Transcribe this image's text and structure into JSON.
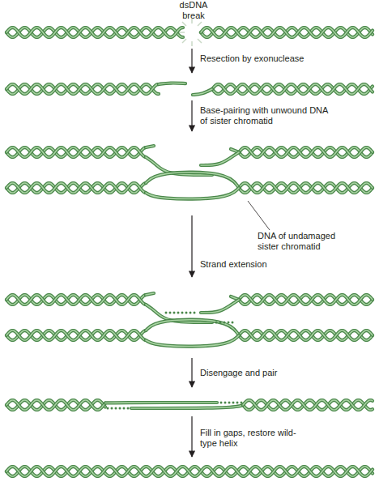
{
  "diagram": {
    "labels": [
      "dsDNA break",
      "Resection by exonuclease",
      "Base-pairing with unwound DNA of sister chromatid",
      "DNA of undamaged sister chromatid",
      "Strand extension",
      "Disengage and pair",
      "Fill in gaps, restore wild-type helix"
    ]
  }
}
